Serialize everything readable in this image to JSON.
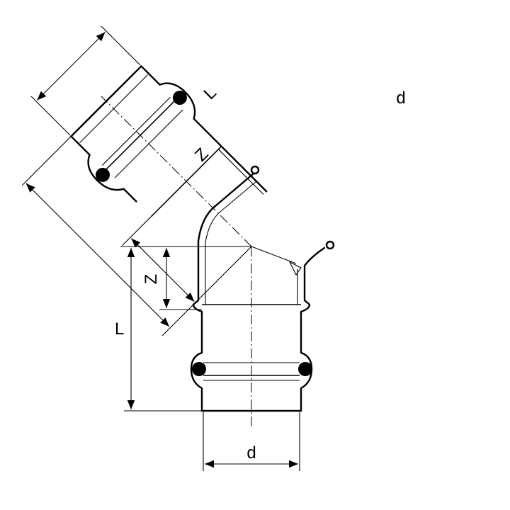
{
  "labels": {
    "lower_length": "L",
    "lower_z": "Z",
    "lower_diameter": "d",
    "upper_length": "L",
    "upper_z": "Z",
    "upper_diameter": "d"
  },
  "colors": {
    "line": "#000000",
    "background": "#ffffff",
    "seal_ring": "#000000"
  }
}
